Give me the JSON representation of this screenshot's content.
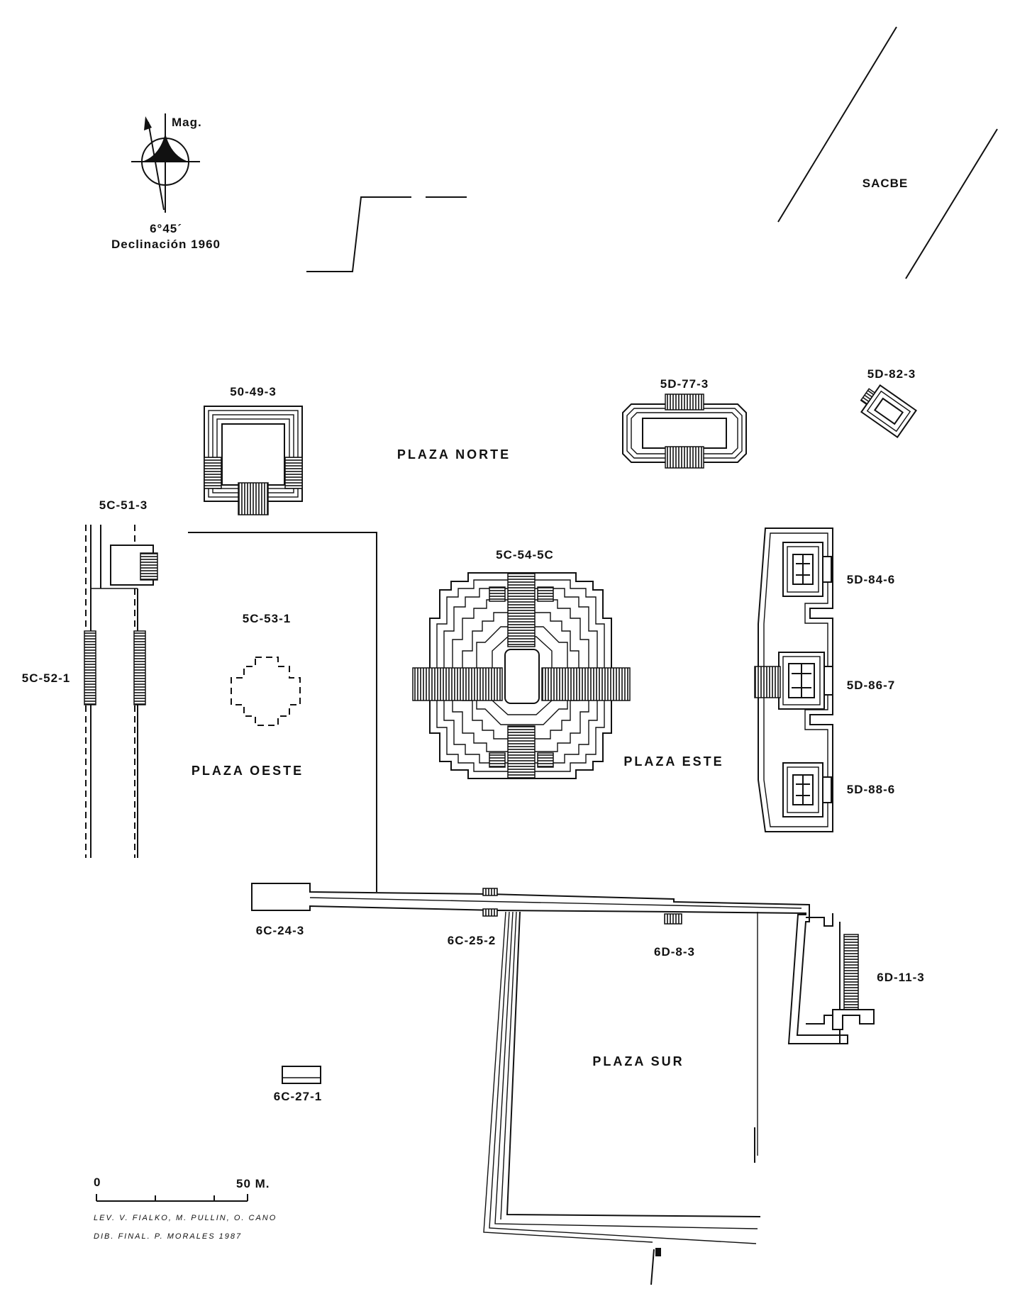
{
  "north_arrow": {
    "mag_label": "Mag.",
    "declination": "6°45´",
    "declination_year": "Declinación 1960"
  },
  "plazas": {
    "norte": "PLAZA NORTE",
    "oeste": "PLAZA OESTE",
    "este": "PLAZA ESTE",
    "sur": "PLAZA SUR"
  },
  "sacbe": "SACBE",
  "structures": {
    "s50_49_3": "50-49-3",
    "s5d_77_3": "5D-77-3",
    "s5d_82_3": "5D-82-3",
    "s5c_51_3": "5C-51-3",
    "s5c_54_5c": "5C-54-5C",
    "s5c_53_1": "5C-53-1",
    "s5c_52_1": "5C-52-1",
    "s5d_84_6": "5D-84-6",
    "s5d_86_7": "5D-86-7",
    "s5d_88_6": "5D-88-6",
    "s6c_24_3": "6C-24-3",
    "s6c_25_2": "6C-25-2",
    "s6d_8_3": "6D-8-3",
    "s6d_11_3": "6D-11-3",
    "s6c_27_1": "6C-27-1"
  },
  "scale": {
    "start": "0",
    "end": "50 M."
  },
  "credits": {
    "line1": "LEV. V. FIALKO, M. PULLIN, O. CANO",
    "line2": "DIB. FINAL. P. MORALES 1987"
  }
}
